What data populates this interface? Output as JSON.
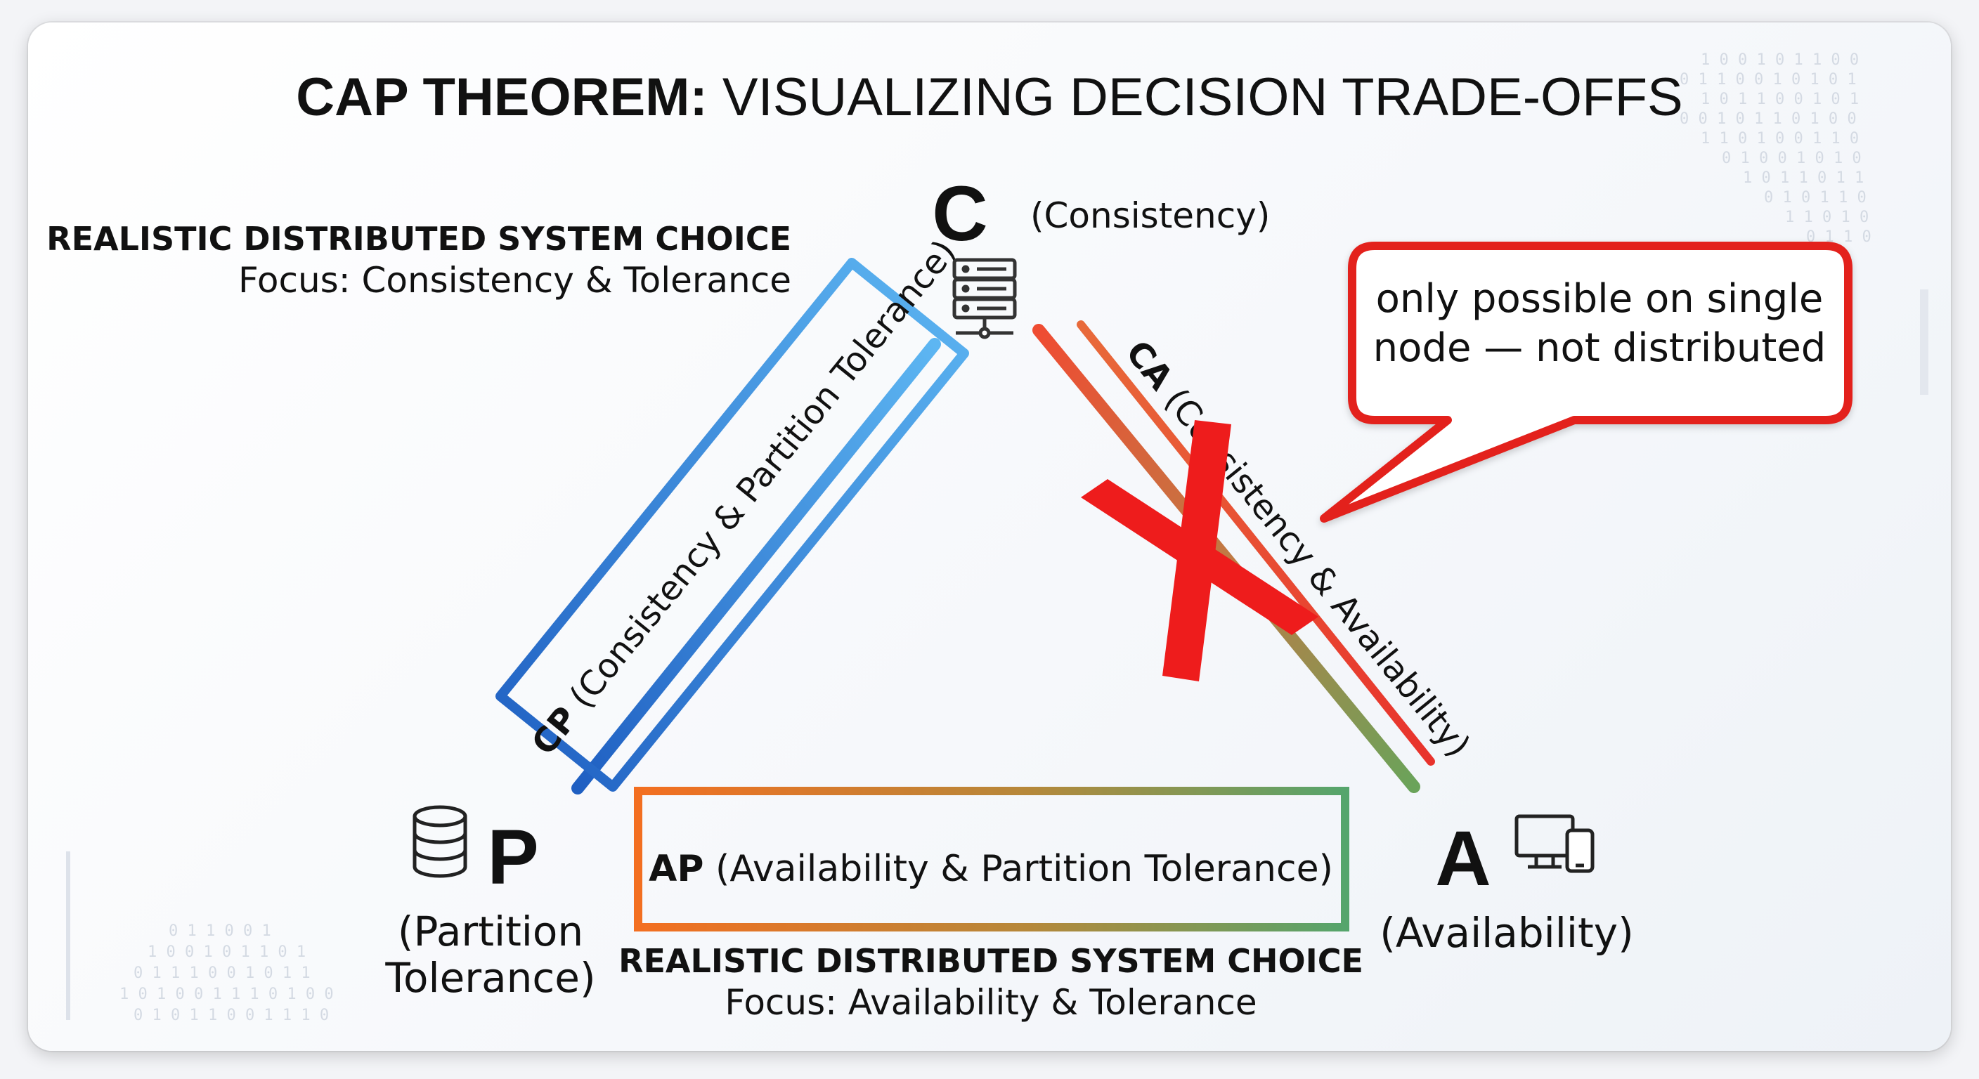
{
  "title": {
    "bold": "CAP THEOREM:",
    "rest": "VISUALIZING DECISION TRADE-OFFS"
  },
  "nodes": {
    "c": {
      "letter": "C",
      "label": "(Consistency)",
      "icon": "server-rack-icon"
    },
    "p": {
      "letter": "P",
      "label_line1": "(Partition",
      "label_line2": "Tolerance)",
      "icon": "database-icon"
    },
    "a": {
      "letter": "A",
      "label": "(Availability)",
      "icon": "devices-icon"
    }
  },
  "edges": {
    "cp": {
      "code": "CP",
      "label": "(Consistency & Partition Tolerance)"
    },
    "ca": {
      "code": "CA",
      "label": "(Consistency & Availability)"
    },
    "ap": {
      "code": "AP",
      "label": "(Availability & Partition Tolerance)"
    }
  },
  "callouts": {
    "cp_choice": {
      "heading": "REALISTIC DISTRIBUTED SYSTEM CHOICE",
      "focus": "Focus: Consistency & Tolerance"
    },
    "ap_choice": {
      "heading": "REALISTIC DISTRIBUTED SYSTEM CHOICE",
      "focus": "Focus: Availability & Tolerance"
    },
    "ca_bubble": {
      "line1": "only possible on single",
      "line2": "node — not distributed"
    }
  },
  "colors": {
    "cp_blue": "#1f63c6",
    "cp_blue_light": "#5fb2f0",
    "ap_orange": "#f36f21",
    "ap_green": "#5aa568",
    "ca_red": "#e8322c",
    "cross_red": "#ee1c1c"
  }
}
